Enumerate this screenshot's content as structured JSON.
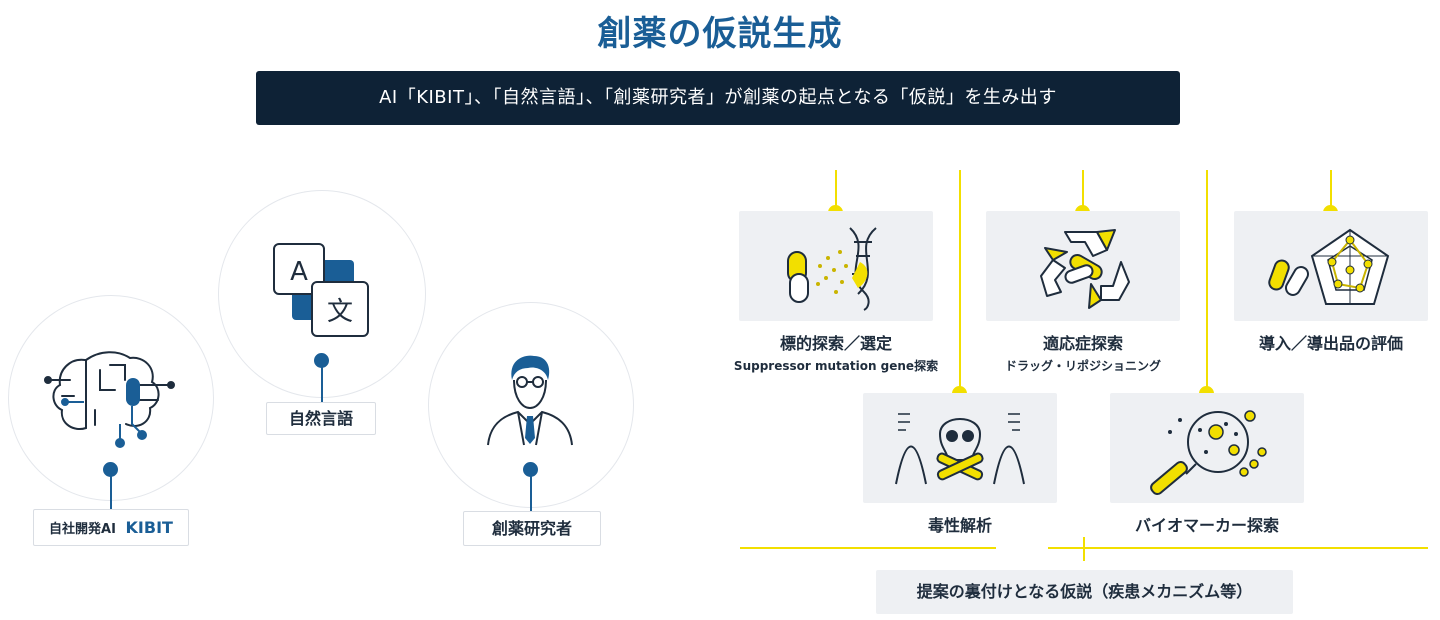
{
  "header": {
    "title": "創薬の仮説生成",
    "banner": "AI「KIBIT」、「自然言語」、「創薬研究者」が創薬の起点となる「仮説」を生み出す"
  },
  "left": {
    "kibit": {
      "prefix": "自社開発AI",
      "name": "KIBIT",
      "icon": "brain-circuit-icon"
    },
    "language": {
      "label": "自然言語",
      "icon": "translate-icon",
      "glyph_a": "A",
      "glyph_b": "文"
    },
    "researcher": {
      "label": "創薬研究者",
      "icon": "researcher-icon"
    }
  },
  "right": {
    "cards": [
      {
        "title": "標的探索／選定",
        "subtitle": "Suppressor mutation gene探索",
        "icon": "dna-capsule-icon"
      },
      {
        "title": "適応症探索",
        "subtitle": "ドラッグ・リポジショニング",
        "icon": "recycle-pills-icon"
      },
      {
        "title": "導入／導出品の評価",
        "subtitle": "",
        "icon": "radar-pills-icon"
      },
      {
        "title": "毒性解析",
        "subtitle": "",
        "icon": "skull-icon"
      },
      {
        "title": "バイオマーカー探索",
        "subtitle": "",
        "icon": "magnifier-cells-icon"
      }
    ],
    "bottom": "提案の裏付けとなる仮説（疾患メカニズム等）"
  },
  "colors": {
    "title": "#1a5e96",
    "banner_bg": "#0e2236",
    "accent_blue": "#1a5e96",
    "accent_yellow": "#f2df00",
    "card_bg": "#eef0f3"
  }
}
